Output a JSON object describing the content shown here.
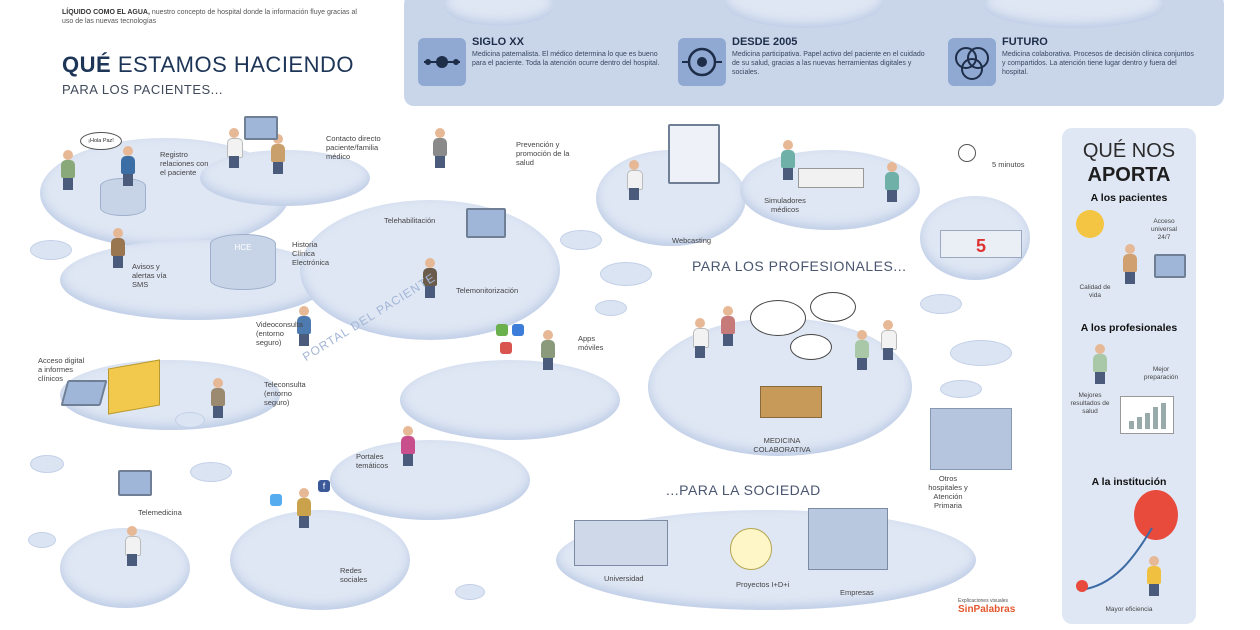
{
  "intro": {
    "bold": "LÍQUIDO COMO EL AGUA,",
    "text": "nuestro concepto de hospital donde la información fluye gracias al uso de las nuevas tecnologías"
  },
  "title": {
    "bold": "QUÉ",
    "rest": "ESTAMOS HACIENDO"
  },
  "subtitle": "PARA LOS PACIENTES...",
  "timeline": [
    {
      "title": "SIGLO XX",
      "desc": "Medicina paternalista. El médico determina lo que es bueno para el paciente. Toda la atención ocurre dentro del hospital."
    },
    {
      "title": "DESDE 2005",
      "desc": "Medicina participativa. Papel activo del paciente en el cuidado de su salud, gracias a las nuevas herramientas digitales y sociales."
    },
    {
      "title": "FUTURO",
      "desc": "Medicina colaborativa. Procesos de decisión clínica conjuntos y compartidos. La atención tiene lugar dentro y fuera del hospital."
    }
  ],
  "patients": {
    "hola": "¡Hola Paz!",
    "registro": "Registro relaciones con el paciente",
    "contacto": "Contacto directo paciente/familia médico",
    "prevencion": "Prevención y promoción de la salud",
    "telehab": "Telehabilitación",
    "telemon": "Telemonitorización",
    "hce": "HCE",
    "historia": "Historia Clínica Electrónica",
    "avisos": "Avisos y alertas vía SMS",
    "videoconsulta": "Videoconsulta (entorno seguro)",
    "apps": "Apps móviles",
    "acceso": "Acceso digital a informes clínicos",
    "teleconsulta": "Teleconsulta (entorno seguro)",
    "portal": "PORTAL DEL PACIENTE",
    "portales": "Portales temáticos",
    "telemedicina": "Telemedicina",
    "redes": "Redes sociales"
  },
  "professionals": {
    "heading": "PARA LOS PROFESIONALES...",
    "webcasting": "Webcasting",
    "simuladores": "Simuladores médicos",
    "minutos": "5 minutos",
    "medicina": "MEDICINA COLABORATIVA"
  },
  "society": {
    "heading": "...PARA LA SOCIEDAD",
    "universidad": "Universidad",
    "proyectos": "Proyectos I+D+i",
    "empresas": "Empresas",
    "otros": "Otros hospitales y Atención Primaria"
  },
  "aporta": {
    "title1": "QUÉ NOS",
    "title2": "APORTA",
    "pacientes": "A los pacientes",
    "acceso": "Acceso universal 24/7",
    "calidad": "Calidad de vida",
    "profesionales": "A los profesionales",
    "preparacion": "Mejor preparación",
    "resultados": "Mejores resultados de salud",
    "institucion": "A la institución",
    "eficiencia": "Mayor eficiencia"
  },
  "logo": {
    "small": "Explicaciones visuales",
    "name": "SinPalabras"
  },
  "colors": {
    "blob": "#dfe7f4",
    "timeline": "#c9d6ea",
    "accent": "#e4572e",
    "navy": "#1d3557"
  }
}
